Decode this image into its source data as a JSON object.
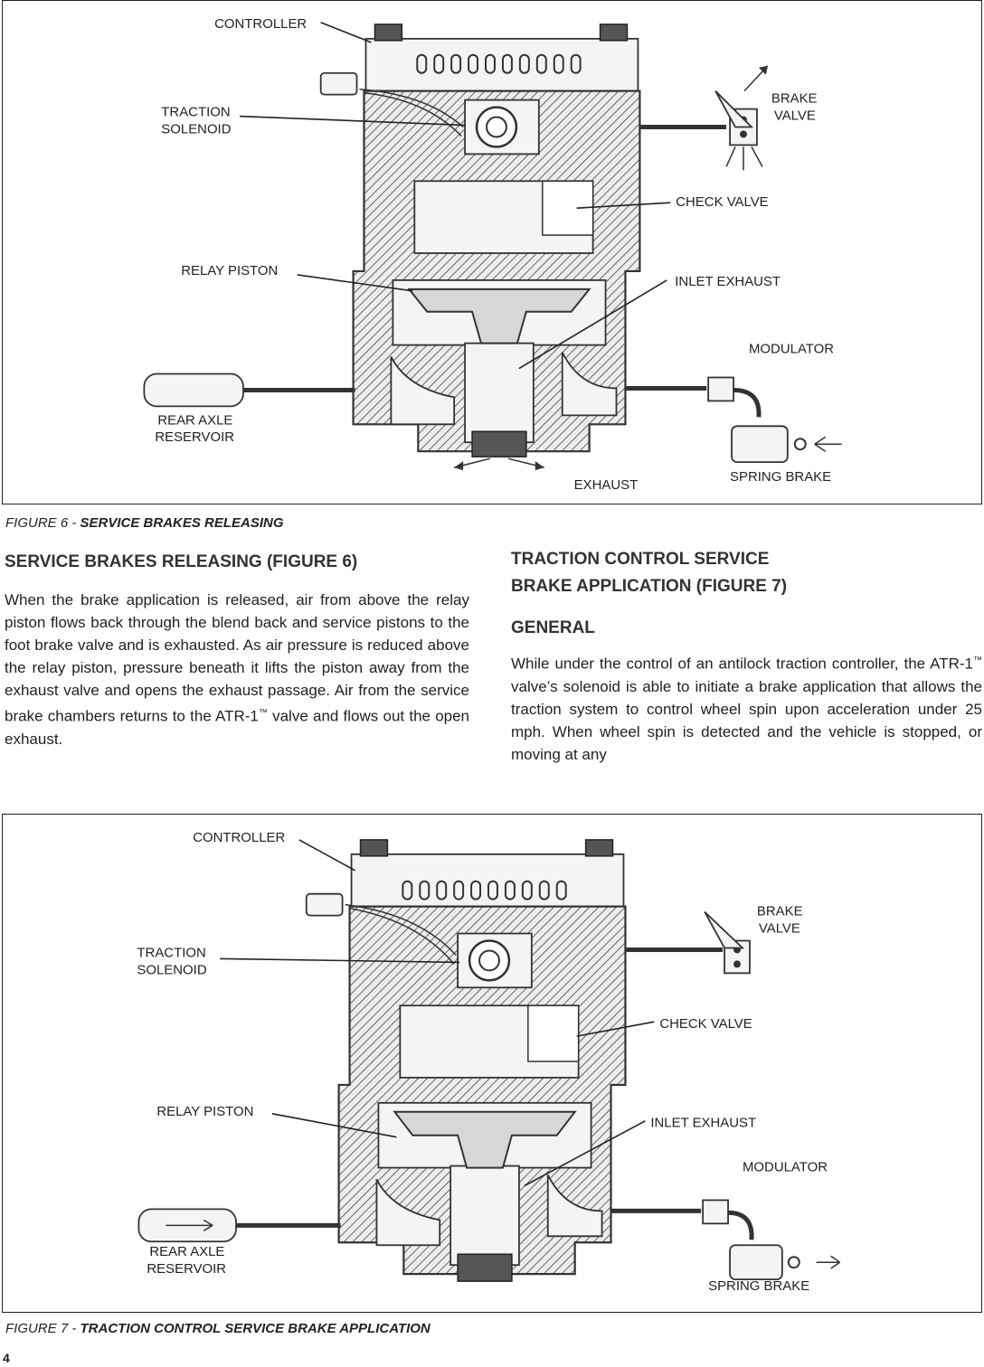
{
  "figure6": {
    "labels": {
      "controller": "CONTROLLER",
      "traction_solenoid_1": "TRACTION",
      "traction_solenoid_2": "SOLENOID",
      "brake_valve_1": "BRAKE",
      "brake_valve_2": "VALVE",
      "check_valve": "CHECK VALVE",
      "relay_piston": "RELAY PISTON",
      "inlet_exhaust": "INLET EXHAUST",
      "modulator": "MODULATOR",
      "rear_axle_reservoir_1": "REAR AXLE",
      "rear_axle_reservoir_2": "RESERVOIR",
      "exhaust": "EXHAUST",
      "spring_brake": "SPRING BRAKE"
    },
    "caption_prefix": "FIGURE 6 - ",
    "caption_title": "SERVICE BRAKES RELEASING"
  },
  "left_column": {
    "heading": "SERVICE BRAKES RELEASING (FIGURE 6)",
    "paragraph_part1": "When the brake application is released, air from above the relay piston flows back through the blend back and service pistons to the foot brake valve and is exhausted. As air pressure is reduced above the relay piston, pressure beneath it lifts the piston away from the exhaust valve and opens the exhaust passage.  Air from the service brake chambers returns to the ATR-1",
    "trademark": "™",
    "paragraph_part2": " valve and flows out the open exhaust."
  },
  "right_column": {
    "heading_line1": "TRACTION CONTROL SERVICE",
    "heading_line2": "BRAKE APPLICATION (FIGURE 7)",
    "subheading": "GENERAL",
    "paragraph_part1": "While under the control of an antilock traction controller, the ATR-1",
    "trademark": "™",
    "paragraph_part2": " valve’s solenoid is able to initiate a brake application that allows the traction system to control wheel spin upon acceleration under 25 mph.  When wheel spin is detected and the vehicle is stopped, or moving at any"
  },
  "figure7": {
    "labels": {
      "controller": "CONTROLLER",
      "traction_solenoid_1": "TRACTION",
      "traction_solenoid_2": "SOLENOID",
      "brake_valve_1": "BRAKE",
      "brake_valve_2": "VALVE",
      "check_valve": "CHECK VALVE",
      "relay_piston": "RELAY PISTON",
      "inlet_exhaust": "INLET EXHAUST",
      "modulator": "MODULATOR",
      "rear_axle_reservoir_1": "REAR AXLE",
      "rear_axle_reservoir_2": "RESERVOIR",
      "spring_brake": "SPRING BRAKE"
    },
    "caption_prefix": "FIGURE 7 - ",
    "caption_title": "TRACTION CONTROL SERVICE BRAKE APPLICATION"
  },
  "page_number": "4"
}
